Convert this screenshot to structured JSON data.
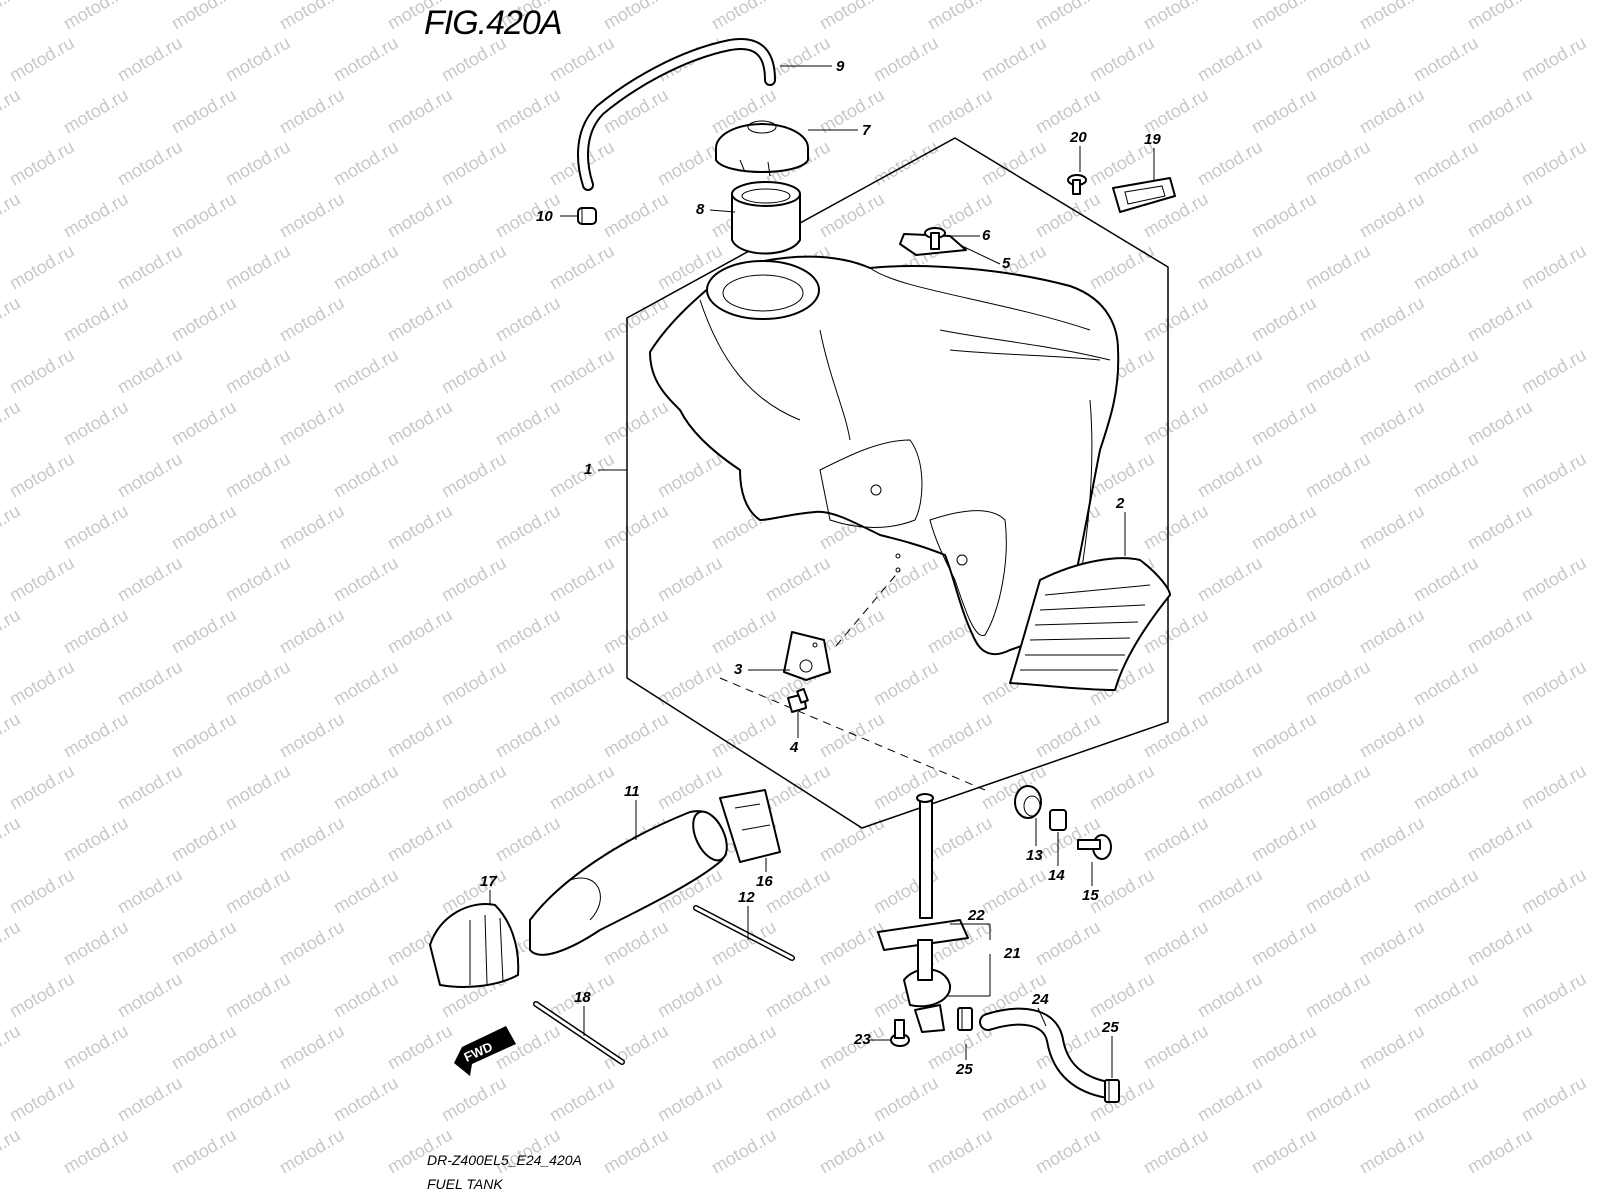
{
  "diagram": {
    "figure_title": "FIG.420A",
    "model_code": "DR-Z400EL5_E24_420A",
    "assembly_name": "FUEL TANK",
    "watermark": "motod.ru",
    "direction_label": "FWD",
    "callouts": {
      "c1": "1",
      "c2": "2",
      "c3": "3",
      "c4": "4",
      "c5": "5",
      "c6": "6",
      "c7": "7",
      "c8": "8",
      "c9": "9",
      "c10": "10",
      "c11": "11",
      "c12": "12",
      "c13": "13",
      "c14": "14",
      "c15": "15",
      "c16": "16",
      "c17": "17",
      "c18": "18",
      "c19": "19",
      "c20": "20",
      "c21": "21",
      "c22": "22",
      "c23": "23",
      "c24": "24",
      "c25a": "25",
      "c25b": "25"
    }
  }
}
